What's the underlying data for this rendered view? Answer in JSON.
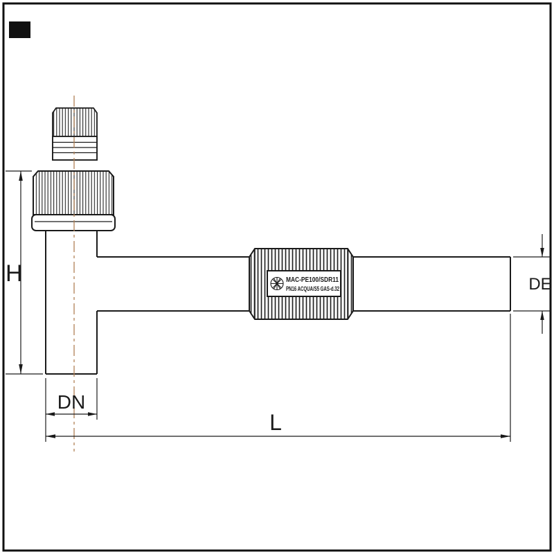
{
  "dimensions": {
    "h": "H",
    "dn": "DN",
    "l": "L",
    "de": "DE"
  },
  "coupler_label": {
    "line1": "MAC-PE100/SDR11",
    "line2": "PN16 ACQUA/S5 GAS-d.32"
  },
  "colors": {
    "line": "#1a1a1a",
    "centerline": "#b08055",
    "background": "#ffffff"
  },
  "icons": {
    "logo": "starburst-icon"
  }
}
